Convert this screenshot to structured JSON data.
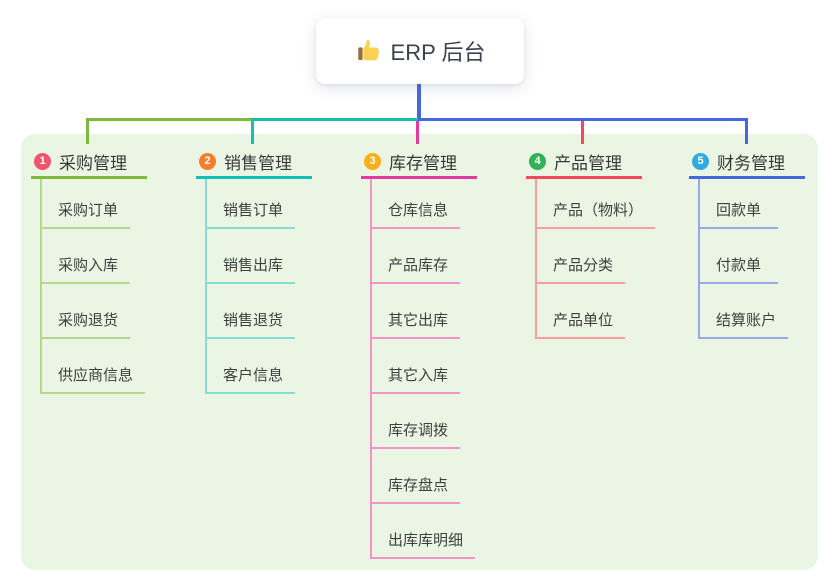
{
  "root": {
    "title": "ERP 后台",
    "icon": "thumbs-up"
  },
  "canvas": {
    "background": "#ffffff",
    "panel_bg": "#eaf6e3",
    "trunk_color": "#4767dc"
  },
  "branches": [
    {
      "number": "1",
      "label": "采购管理",
      "circle_color": "#f2536d",
      "line_color": "#7cba3e",
      "sub_line_color": "#b4d98c",
      "items": [
        "采购订单",
        "采购入库",
        "采购退货",
        "供应商信息"
      ]
    },
    {
      "number": "2",
      "label": "销售管理",
      "circle_color": "#f67d2c",
      "line_color": "#10c0b5",
      "sub_line_color": "#84ddd5",
      "items": [
        "销售订单",
        "销售出库",
        "销售退货",
        "客户信息"
      ]
    },
    {
      "number": "3",
      "label": "库存管理",
      "circle_color": "#fbae18",
      "line_color": "#e23a9f",
      "sub_line_color": "#f294c8",
      "items": [
        "仓库信息",
        "产品库存",
        "其它出库",
        "其它入库",
        "库存调拨",
        "库存盘点",
        "出库库明细"
      ]
    },
    {
      "number": "4",
      "label": "产品管理",
      "circle_color": "#2fb356",
      "line_color": "#f2495b",
      "sub_line_color": "#f89ba3",
      "items": [
        "产品（物料）",
        "产品分类",
        "产品单位"
      ]
    },
    {
      "number": "5",
      "label": "财务管理",
      "circle_color": "#30abe0",
      "line_color": "#4467dd",
      "sub_line_color": "#96aae8",
      "items": [
        "回款单",
        "付款单",
        "结算账户"
      ]
    }
  ]
}
